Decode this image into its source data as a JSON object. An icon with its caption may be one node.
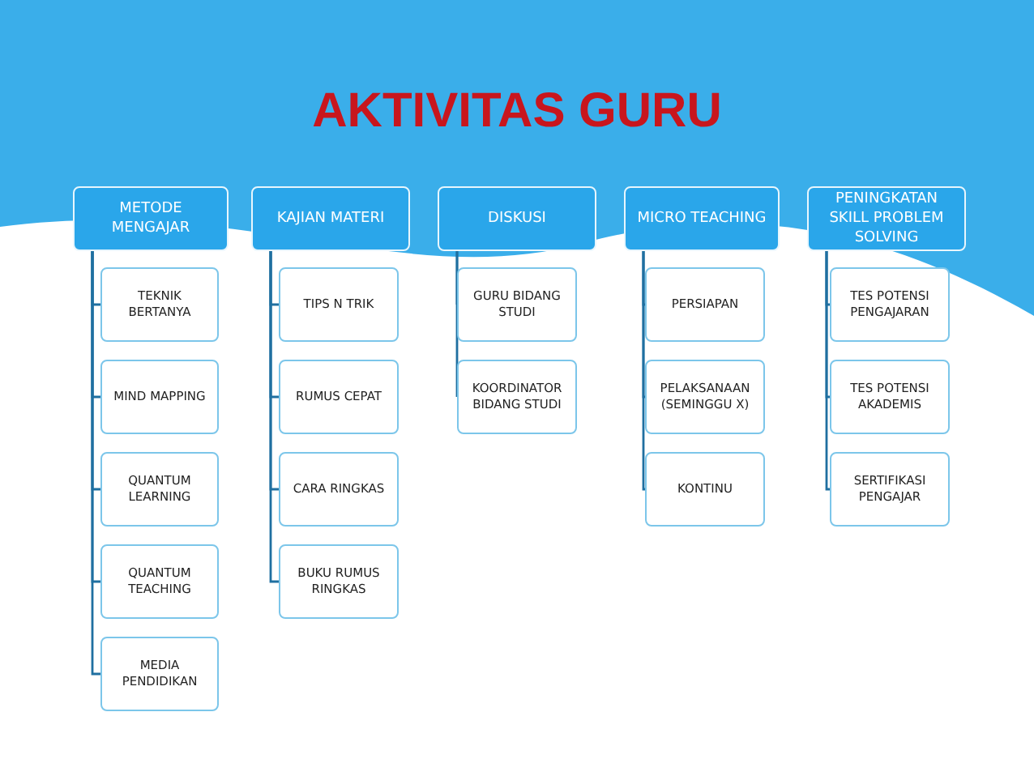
{
  "diagram": {
    "title": "AKTIVITAS GURU",
    "nodes": [
      {
        "text": [
          "METODE MENGAJAR"
        ]
      },
      {
        "text": [
          "TEKNIK BERTANYA"
        ]
      },
      {
        "text": [
          "MIND MAPPING"
        ]
      },
      {
        "text": [
          "QUANTUM LEARNING"
        ]
      },
      {
        "text": [
          "QUANTUM TEACHING"
        ]
      },
      {
        "text": [
          "MEDIA PENDIDIKAN"
        ]
      },
      {
        "text": [
          "KAJIAN MATERI"
        ]
      },
      {
        "text": [
          "TIPS N TRIK"
        ]
      },
      {
        "text": [
          "RUMUS CEPAT"
        ]
      },
      {
        "text": [
          "CARA RINGKAS"
        ]
      },
      {
        "text": [
          "BUKU RUMUS RINGKAS"
        ]
      },
      {
        "text": [
          "DISKUSI"
        ]
      },
      {
        "text": [
          "GURU BIDANG STUDI"
        ]
      },
      {
        "text": [
          "KOORDINATOR BIDANG STUDI"
        ]
      },
      {
        "text": [
          "MICRO TEACHING"
        ]
      },
      {
        "text": [
          "PERSIAPAN"
        ]
      },
      {
        "text": [
          "PELAKSANAAN (SEMINGGU X)"
        ]
      },
      {
        "text": [
          "KONTINU"
        ]
      },
      {
        "text": [
          "PENINGKATAN SKILL PROBLEM SOLVING"
        ]
      },
      {
        "text": [
          "TES POTENSI PENGAJARAN"
        ]
      },
      {
        "text": [
          "TES POTENSI AKADEMIS"
        ]
      },
      {
        "text": [
          "SERTIFIKASI PENGAJAR"
        ]
      }
    ],
    "edges": [
      {
        "from": 0,
        "to": 1,
        "arrow": "none"
      },
      {
        "from": 0,
        "to": 2,
        "arrow": "none"
      },
      {
        "from": 0,
        "to": 3,
        "arrow": "none"
      },
      {
        "from": 0,
        "to": 4,
        "arrow": "none"
      },
      {
        "from": 0,
        "to": 5,
        "arrow": "none"
      },
      {
        "from": 6,
        "to": 7,
        "arrow": "none"
      },
      {
        "from": 6,
        "to": 8,
        "arrow": "none"
      },
      {
        "from": 6,
        "to": 9,
        "arrow": "none"
      },
      {
        "from": 6,
        "to": 10,
        "arrow": "none"
      },
      {
        "from": 11,
        "to": 12,
        "arrow": "none"
      },
      {
        "from": 11,
        "to": 13,
        "arrow": "none"
      },
      {
        "from": 14,
        "to": 15,
        "arrow": "none"
      },
      {
        "from": 14,
        "to": 16,
        "arrow": "none"
      },
      {
        "from": 14,
        "to": 17,
        "arrow": "none"
      },
      {
        "from": 18,
        "to": 19,
        "arrow": "none"
      },
      {
        "from": 18,
        "to": 20,
        "arrow": "none"
      },
      {
        "from": 18,
        "to": 21,
        "arrow": "none"
      }
    ]
  }
}
